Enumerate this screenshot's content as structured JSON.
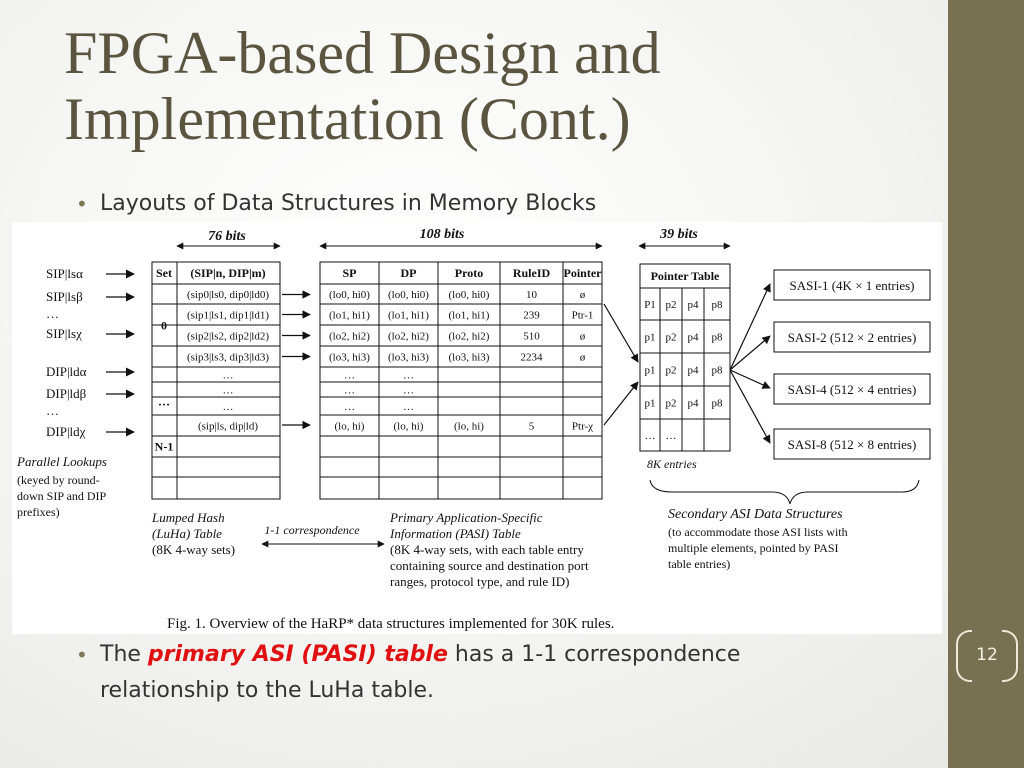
{
  "slide": {
    "title": "FPGA-based Design and Implementation (Cont.)",
    "bullet1": "Layouts of Data Structures in Memory Blocks",
    "bullet2_pre": "The ",
    "bullet2_emph": "primary ASI (PASI) table",
    "bullet2_post": " has a 1-1 correspondence relationship to the LuHa table.",
    "slide_number": "12",
    "colors": {
      "sidebar": "#777152",
      "title": "#5b5540",
      "emphasis": "#e01010"
    }
  },
  "figure": {
    "caption": "Fig. 1.   Overview of the HaRP* data structures implemented for 30K rules.",
    "widths": {
      "luha": "76 bits",
      "pasi": "108 bits",
      "pointer": "39 bits"
    },
    "sip_keys": [
      "SIP|lsα",
      "SIP|lsβ",
      "…",
      "SIP|lsχ"
    ],
    "dip_keys": [
      "DIP|ldα",
      "DIP|ldβ",
      "…",
      "DIP|ldχ"
    ],
    "parallel_title": "Parallel Lookups",
    "parallel_desc": [
      "(keyed by round-",
      "down SIP and DIP",
      "prefixes)"
    ],
    "luha": {
      "set_header": "Set",
      "entry_header": "(SIP|n, DIP|m)",
      "set_labels": [
        "0",
        "…",
        "N-1"
      ],
      "rows": [
        "(sip0|ls0, dip0|ld0)",
        "(sip1|ls1, dip1|ld1)",
        "(sip2|ls2, dip2|ld2)",
        "(sip3|ls3, dip3|ld3)",
        "…",
        "…",
        "…",
        "(sip|ls, dip|ld)"
      ],
      "caption_lines": [
        "Lumped Hash",
        "(LuHa) Table",
        "(8K 4-way sets)"
      ]
    },
    "correspondence_label": "1-1 correspondence",
    "pasi": {
      "headers": [
        "SP",
        "DP",
        "Proto",
        "RuleID",
        "Pointer"
      ],
      "rows": [
        [
          "(lo0, hi0)",
          "(lo0, hi0)",
          "(lo0, hi0)",
          "10",
          "ø"
        ],
        [
          "(lo1, hi1)",
          "(lo1, hi1)",
          "(lo1, hi1)",
          "239",
          "Ptr-1"
        ],
        [
          "(lo2, hi2)",
          "(lo2, hi2)",
          "(lo2, hi2)",
          "510",
          "ø"
        ],
        [
          "(lo3, hi3)",
          "(lo3, hi3)",
          "(lo3, hi3)",
          "2234",
          "ø"
        ],
        [
          "…",
          "…",
          "",
          "",
          ""
        ],
        [
          "…",
          "…",
          "",
          "",
          ""
        ],
        [
          "…",
          "…",
          "",
          "",
          ""
        ],
        [
          "(lo, hi)",
          "(lo, hi)",
          "(lo, hi)",
          "5",
          "Ptr-χ"
        ]
      ],
      "caption_lines": [
        "Primary Application-Specific",
        "Information (PASI) Table",
        "(8K 4-way sets, with each table entry",
        "containing source and destination port",
        "ranges, protocol type, and rule ID)"
      ]
    },
    "pointer_table": {
      "header": "Pointer Table",
      "rows": [
        [
          "P1",
          "p2",
          "p4",
          "p8"
        ],
        [
          "p1",
          "p2",
          "p4",
          "p8"
        ],
        [
          "p1",
          "p2",
          "p4",
          "p8"
        ],
        [
          "p1",
          "p2",
          "p4",
          "p8"
        ],
        [
          "…",
          "…",
          "",
          ""
        ]
      ],
      "footer": "8K entries"
    },
    "sasi": [
      "SASI-1 (4K × 1 entries)",
      "SASI-2 (512 × 2 entries)",
      "SASI-4 (512 × 4 entries)",
      "SASI-8 (512 × 8 entries)"
    ],
    "secondary": {
      "title": "Secondary ASI Data Structures",
      "lines": [
        "(to accommodate those ASI lists with",
        "multiple elements, pointed by PASI",
        "table entries)"
      ]
    }
  }
}
